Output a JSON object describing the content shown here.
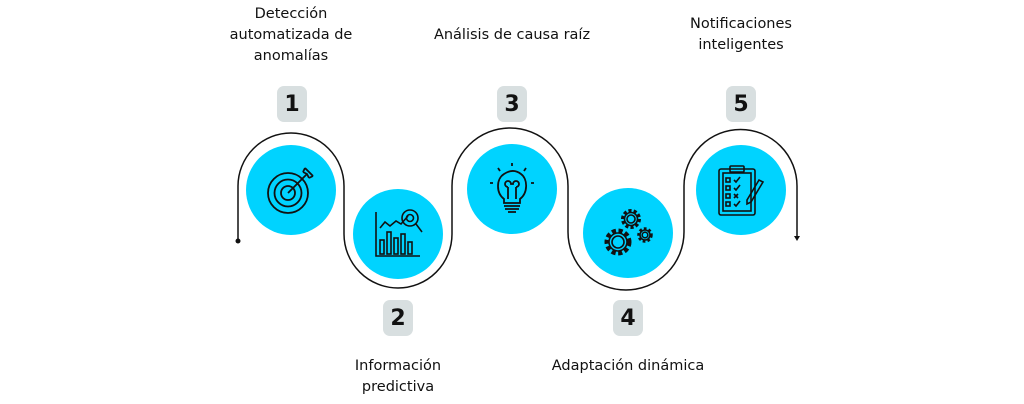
{
  "steps": [
    {
      "number": "1",
      "label": "Detección automatizada de anomalías",
      "icon": "target-icon"
    },
    {
      "number": "2",
      "label": "Información predictiva",
      "icon": "chart-magnifier-icon"
    },
    {
      "number": "3",
      "label": "Análisis de causa raíz",
      "icon": "lightbulb-icon"
    },
    {
      "number": "4",
      "label": "Adaptación dinámica",
      "icon": "gears-icon"
    },
    {
      "number": "5",
      "label": "Notificaciones inteligentes",
      "icon": "clipboard-checklist-icon"
    }
  ],
  "colors": {
    "circle": "#00d3ff",
    "badge": "#d8dfe0",
    "line": "#111111"
  }
}
